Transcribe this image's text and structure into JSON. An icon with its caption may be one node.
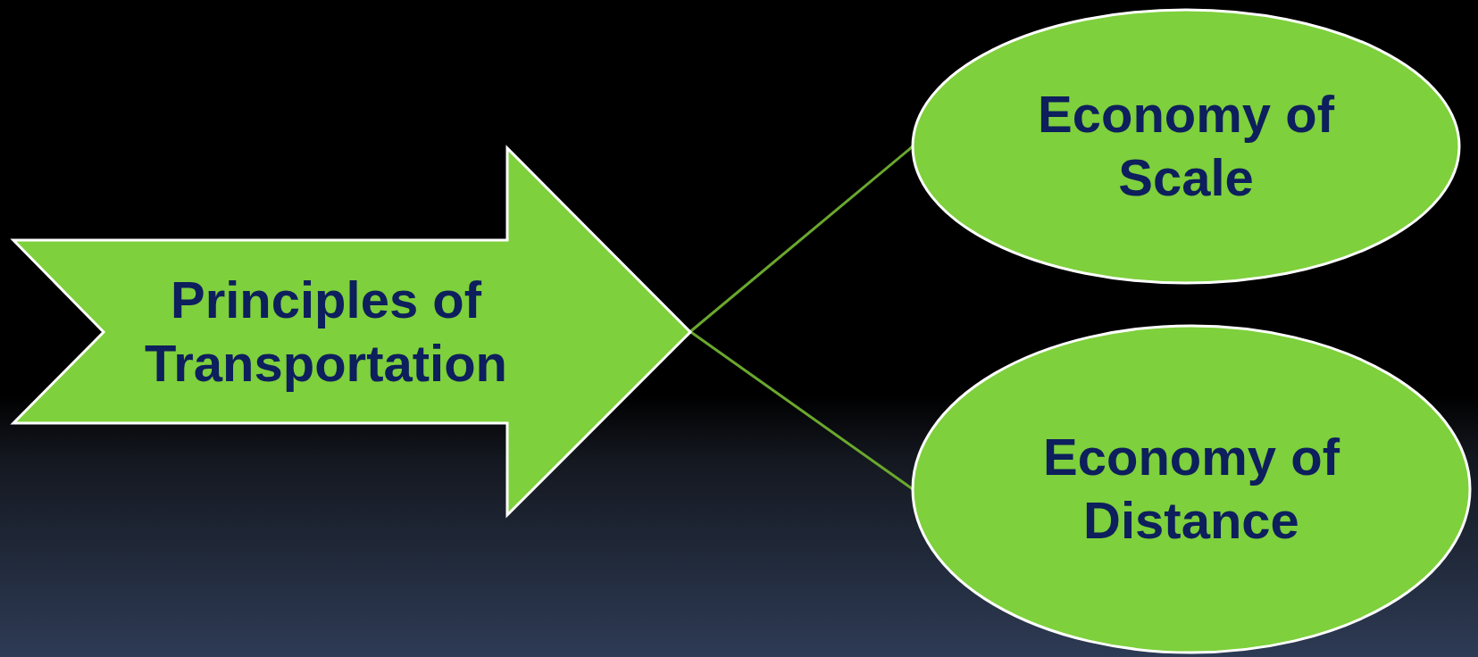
{
  "diagram": {
    "nodes": [
      {
        "text": [
          "Principles of Transportation"
        ]
      },
      {
        "text": [
          "Economy of Scale"
        ]
      },
      {
        "text": [
          "Economy of Distance"
        ]
      }
    ],
    "edges": [
      {
        "from": 0,
        "to": 1,
        "arrow": "none"
      },
      {
        "from": 0,
        "to": 2,
        "arrow": "none"
      }
    ]
  }
}
